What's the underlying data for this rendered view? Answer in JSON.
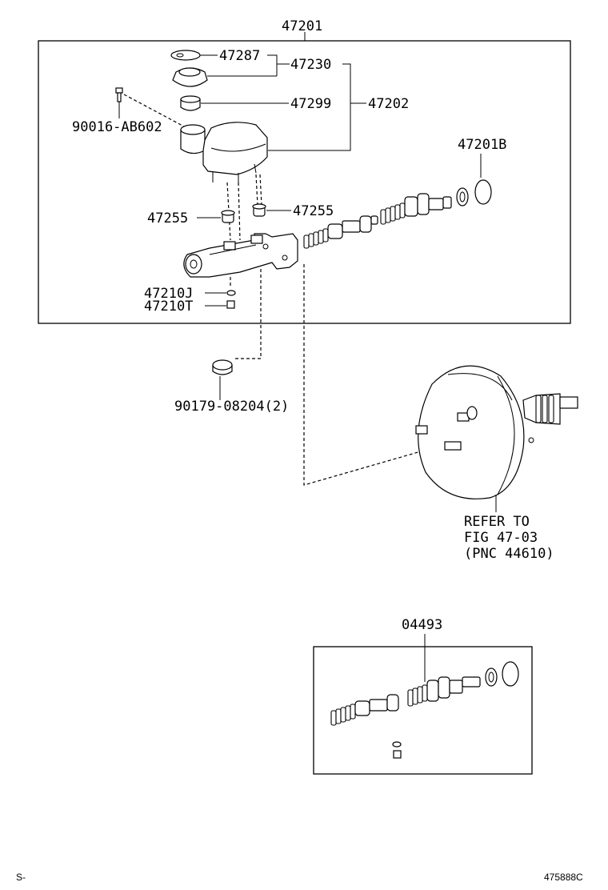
{
  "diagram": {
    "main_assembly": {
      "number": "47201",
      "callouts": {
        "cap_gasket": "47287",
        "cap_group": "47230",
        "strainer": "47299",
        "reservoir": "47202",
        "screw": "90016-AB602",
        "seal_ring": "47201B",
        "grommet_left": "47255",
        "grommet_right": "47255",
        "gasket_j": "47210J",
        "plug_t": "47210T"
      }
    },
    "nut_callout": "90179-08204(2)",
    "booster_reference": {
      "line1": "REFER TO",
      "line2": "FIG 47-03",
      "line3": "(PNC 44610)"
    },
    "kit": {
      "number": "04493"
    },
    "footer": {
      "left": "S-",
      "right": "475888C"
    }
  }
}
